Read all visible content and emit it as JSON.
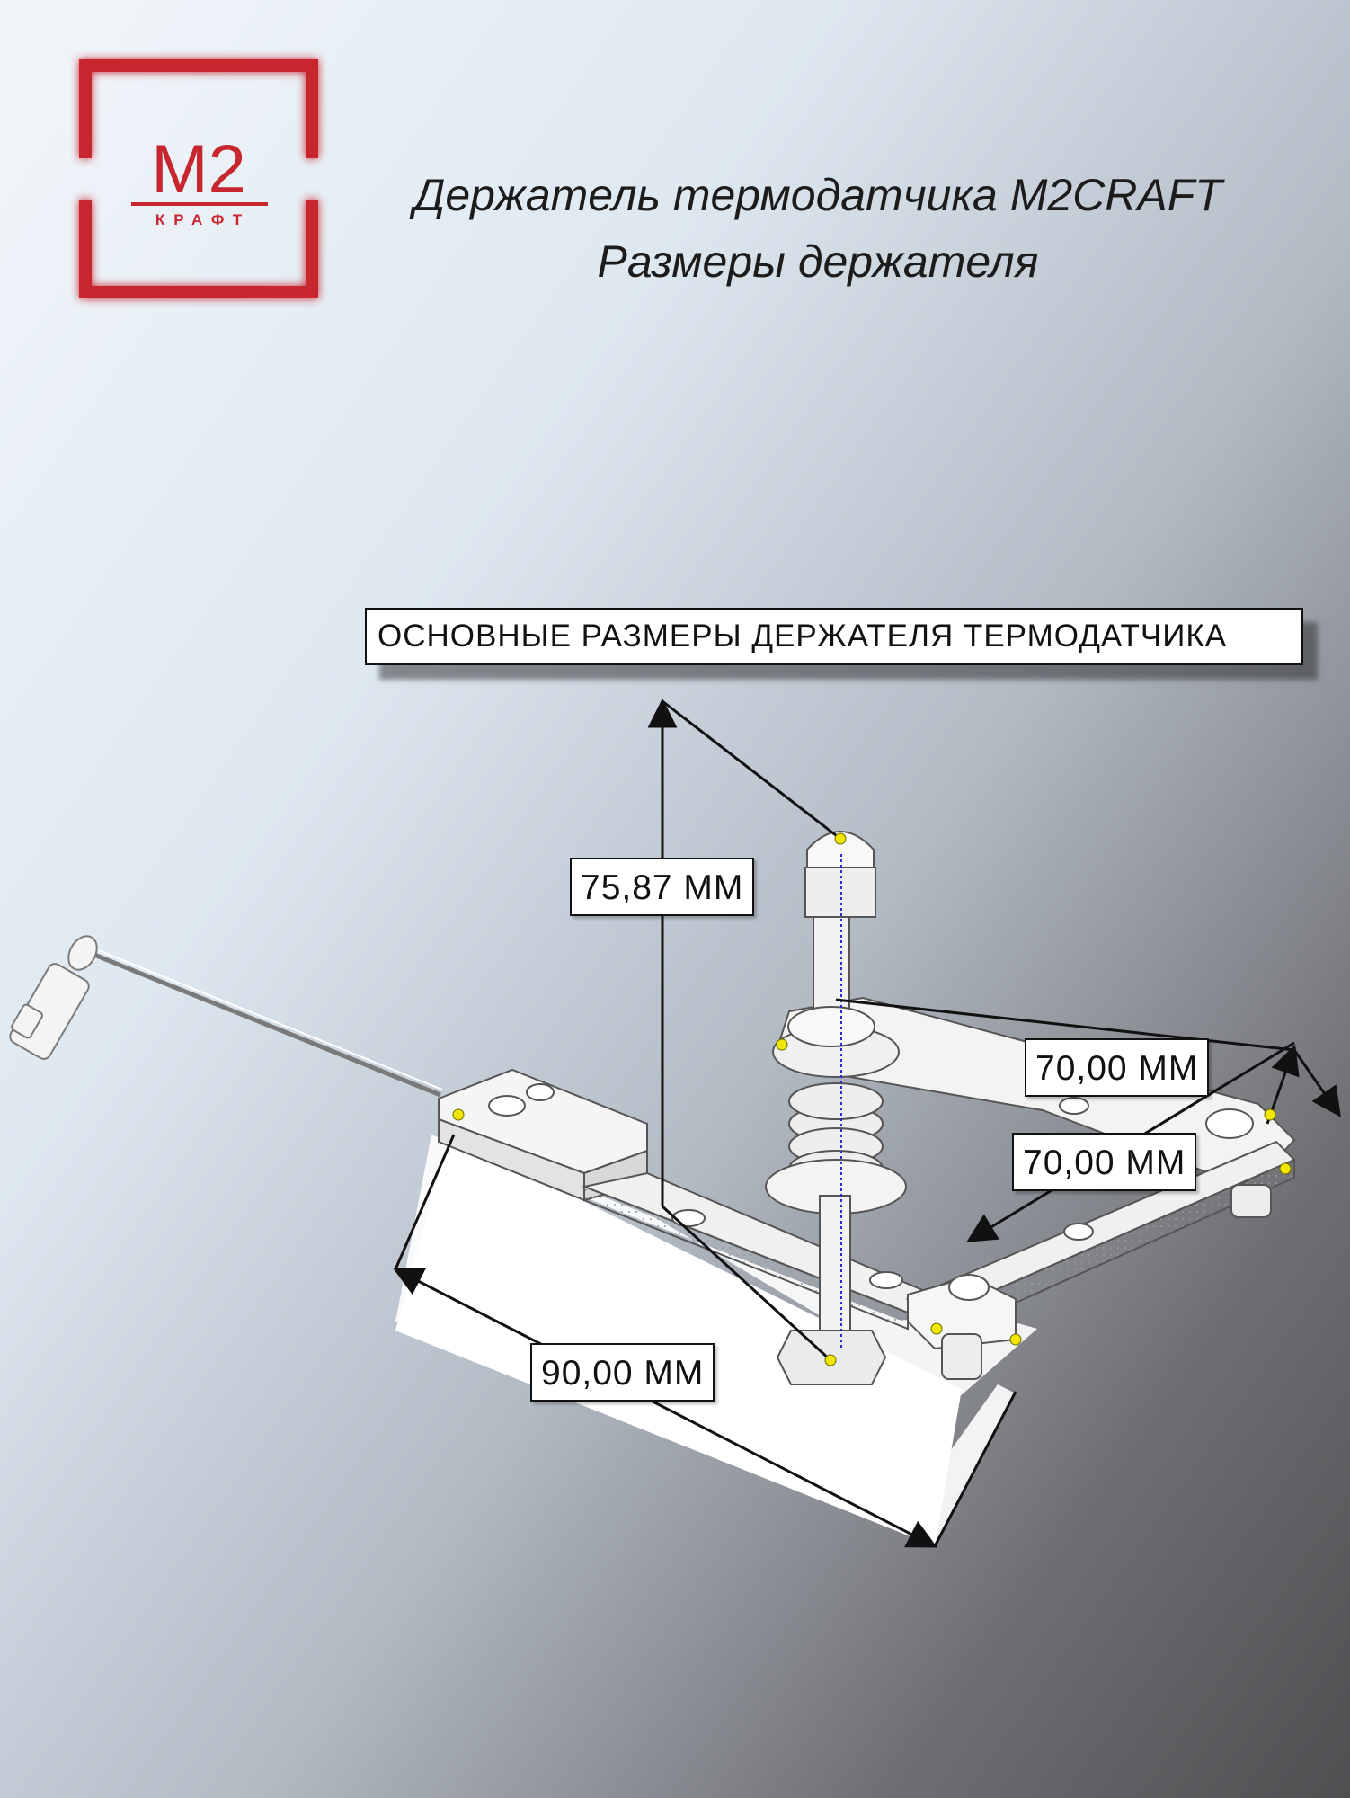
{
  "logo": {
    "brand": "M2",
    "subtitle": "КРАФТ",
    "color": "#c8262e"
  },
  "header": {
    "title_line1": "Держатель термодатчика M2CRAFT",
    "title_line2": "Размеры держателя"
  },
  "drawing": {
    "title": "ОСНОВНЫЕ РАЗМЕРЫ ДЕРЖАТЕЛЯ ТЕРМОДАТЧИКА",
    "dimensions": {
      "height": "75,87 ММ",
      "arm_upper": "70,00 ММ",
      "arm_lower": "70,00 ММ",
      "length": "90,00 ММ"
    },
    "marker_color": "#f2e600"
  }
}
